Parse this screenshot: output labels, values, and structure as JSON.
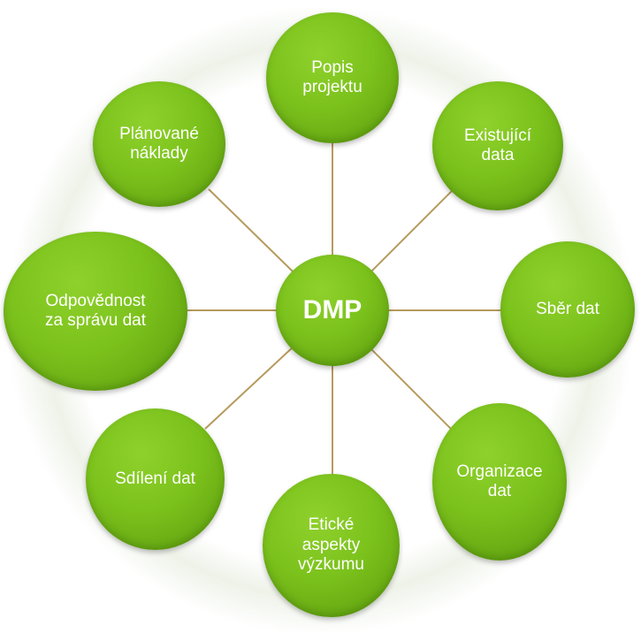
{
  "diagram": {
    "center": "DMP",
    "nodes": {
      "popis": "Popis\nprojektu",
      "existujici": "Existující\ndata",
      "sber": "Sběr dat",
      "organizace": "Organizace\ndat",
      "eticke": "Etické\naspekty\nvýzkumu",
      "sdileni": "Sdílení dat",
      "odpovednost": "Odpovědnost\nza správu dat",
      "planovane": "Plánované\nnáklady"
    },
    "colors": {
      "node_fill": "#7cc21c",
      "text": "#ffffff",
      "connector": "#b69a5d"
    }
  }
}
